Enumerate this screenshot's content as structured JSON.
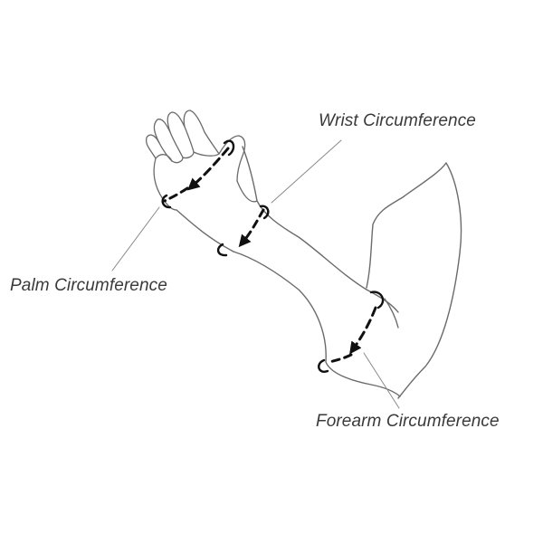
{
  "labels": {
    "wrist": "Wrist Circumference",
    "palm": "Palm Circumference",
    "forearm": "Forearm Circumference"
  },
  "colors": {
    "outline": "#6b6b6b",
    "marker": "#111111",
    "leader": "#8a8a8a",
    "text": "#3a3a3a"
  }
}
